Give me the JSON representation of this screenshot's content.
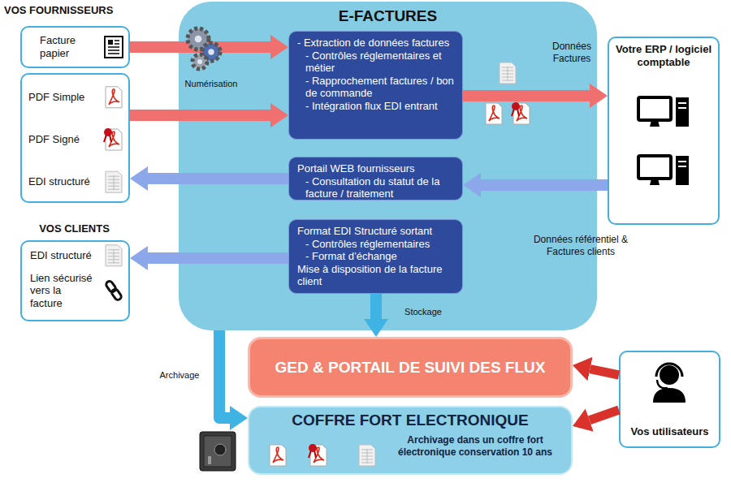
{
  "diagram": {
    "nodes": [
      {
        "text": [
          "Facture papier"
        ]
      },
      {
        "text": [
          "PDF Simple",
          "PDF Signé",
          "EDI structuré"
        ]
      },
      {
        "text": [
          "VOS CLIENTS",
          "EDI structuré",
          "Lien sécurisé vers la facture"
        ]
      },
      {
        "text": [
          "E-FACTURES"
        ]
      },
      {
        "text": [
          "- Extraction de données factures",
          "- Contrôles réglementaires et métier",
          "- Rapprochement factures / bon de commande",
          "- Intégration flux EDI entrant"
        ],
        "in": 3
      },
      {
        "text": [
          "Portail WEB fournisseurs",
          "- Consultation du statut de la facture / traitement"
        ],
        "in": 3
      },
      {
        "text": [
          "Format EDI Structuré sortant",
          "- Contrôles réglementaires",
          "- Format d’échange",
          "Mise à disposition de la facture client"
        ],
        "in": 3
      },
      {
        "text": [
          "Votre ERP / logiciel comptable"
        ]
      },
      {
        "text": [
          "GED & PORTAIL DE SUIVI DES FLUX"
        ]
      },
      {
        "text": [
          "COFFRE FORT ELECTRONIQUE",
          "Archivage dans un coffre fort électronique conservation 10 ans"
        ]
      },
      {
        "text": [
          "Vos utilisateurs"
        ]
      }
    ],
    "edges": [
      {
        "from": 0,
        "to": 4,
        "arrow": "to"
      },
      {
        "from": 1,
        "to": 4,
        "arrow": "to"
      },
      {
        "from": 5,
        "to": 1,
        "arrow": "to"
      },
      {
        "from": 6,
        "to": 2,
        "arrow": "to"
      },
      {
        "from": 4,
        "to": 7,
        "label": "Données Factures",
        "arrow": "to"
      },
      {
        "from": 7,
        "to": 5,
        "label": "Données référentiel & Factures clients",
        "arrow": "to"
      },
      {
        "from": 6,
        "to": 8,
        "label": "Stockage",
        "arrow": "to"
      },
      {
        "from": 3,
        "to": 9,
        "label": "Archivage",
        "arrow": "to"
      },
      {
        "from": 10,
        "to": 8,
        "arrow": "to"
      },
      {
        "from": 10,
        "to": 9,
        "arrow": "to"
      }
    ],
    "labels": [
      "VOS FOURNISSEURS",
      "Numérisation"
    ]
  }
}
